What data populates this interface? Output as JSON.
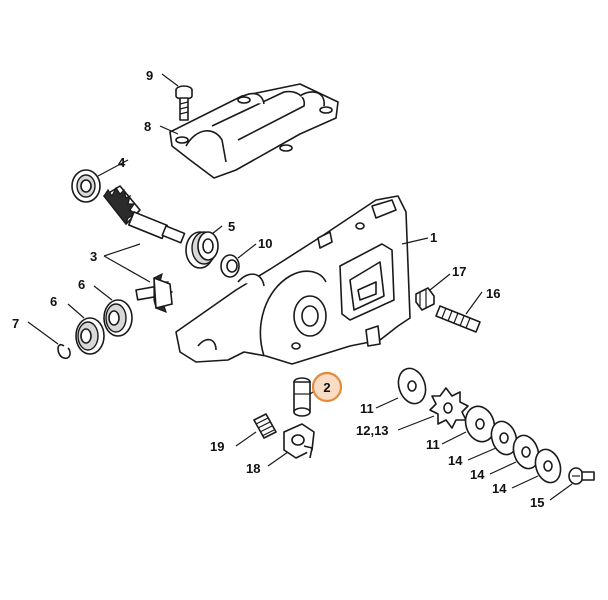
{
  "diagram": {
    "labels": {
      "p1": "1",
      "p2": "2",
      "p3": "3",
      "p4": "4",
      "p5": "5",
      "p6a": "6",
      "p6b": "6",
      "p7": "7",
      "p8": "8",
      "p9": "9",
      "p10": "10",
      "p11a": "11",
      "p11b": "11",
      "p1213": "12,13",
      "p14a": "14",
      "p14b": "14",
      "p14c": "14",
      "p15": "15",
      "p16": "16",
      "p17": "17",
      "p18": "18",
      "p19": "19"
    },
    "highlight_color": "#e58a3c",
    "highlighted_part": "2"
  }
}
